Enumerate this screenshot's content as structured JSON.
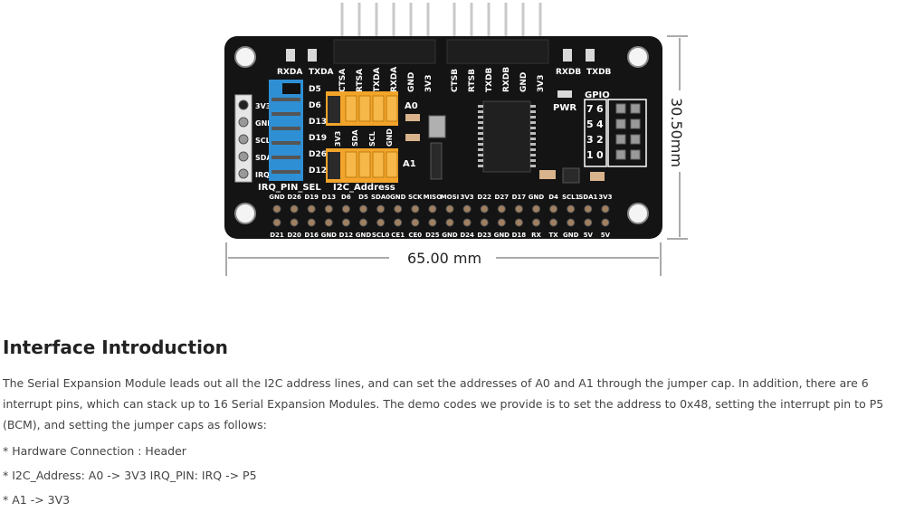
{
  "figure": {
    "dimension_width": "65.00 mm",
    "dimension_height": "30.50mm",
    "top_pins_left": [
      "CTSA",
      "RTSA",
      "TXDA",
      "RXDA",
      "GND",
      "3V3"
    ],
    "top_pins_right": [
      "CTSB",
      "RTSB",
      "TXDB",
      "RXDB",
      "GND",
      "3V3"
    ],
    "led_labels": {
      "rxda": "RXDA",
      "txda": "TXDA",
      "rxdb": "RXDB",
      "txdb": "TXDB",
      "pwr": "PWR"
    },
    "left_header": [
      "3V3",
      "GND",
      "SCL",
      "SDA",
      "IRQ"
    ],
    "irq_pins": [
      "D5",
      "D6",
      "D13",
      "D19",
      "D26",
      "D12"
    ],
    "irq_sel_label": "IRQ_PIN_SEL",
    "i2c_addr_label": "I2C_Address",
    "a0": "A0",
    "a1": "A1",
    "jumper_col_labels": [
      "3V3",
      "SDA",
      "SCL",
      "GND"
    ],
    "gpio_label": "GPIO",
    "gpio_numbers": [
      "7",
      "6",
      "5",
      "4",
      "3",
      "2",
      "1",
      "0"
    ],
    "bottom_row_top": [
      "GND",
      "D26",
      "D19",
      "D13",
      "D6",
      "D5",
      "SDA0",
      "GND",
      "SCK",
      "MISO",
      "MOSI",
      "3V3",
      "D22",
      "D27",
      "D17",
      "GND",
      "D4",
      "SCL1",
      "SDA1",
      "3V3"
    ],
    "bottom_row_bottom": [
      "D21",
      "D20",
      "D16",
      "GND",
      "D12",
      "GND",
      "SCL0",
      "CE1",
      "CE0",
      "D25",
      "GND",
      "D24",
      "D23",
      "GND",
      "D18",
      "RX",
      "TX",
      "GND",
      "5V",
      "5V"
    ]
  },
  "section": {
    "heading": "Interface Introduction",
    "paragraph": "The Serial Expansion Module leads out all the I2C address lines, and can set the addresses of A0 and A1 through the jumper cap. In addition, there are 6 interrupt pins, which can stack up to 16 Serial Expansion Modules. The demo codes we provide is to set the address to 0x48, setting the interrupt pin to P5 (BCM), and setting the jumper caps as follows:",
    "bullets": [
      "* Hardware Connection : Header",
      "* I2C_Address: A0 -> 3V3 IRQ_PIN: IRQ -> P5",
      "* A1 -> 3V3"
    ]
  }
}
